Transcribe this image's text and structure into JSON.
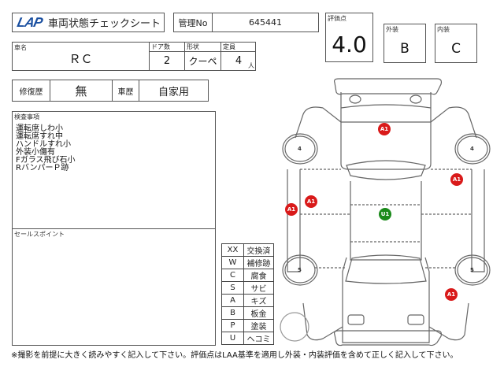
{
  "header": {
    "logo": "LAP",
    "title": "車両状態チェックシート",
    "mgmt_label": "管理No",
    "mgmt_no": "645441"
  },
  "scores": {
    "overall_label": "評価点",
    "overall": "4.0",
    "exterior_label": "外装",
    "exterior": "B",
    "interior_label": "内装",
    "interior": "C"
  },
  "vehicle": {
    "name_label": "車名",
    "name": "ＲＣ",
    "doors_label": "ドア数",
    "doors": "2",
    "body_label": "形状",
    "body": "クーペ",
    "seats_label": "定員",
    "seats": "4",
    "seats_unit": "人"
  },
  "history": {
    "repair_label": "修復歴",
    "repair": "無",
    "usage_label": "車歴",
    "usage": "自家用"
  },
  "inspection": {
    "label": "検査事項",
    "items": [
      "運転席しわ小",
      "運転席すれ中",
      "ハンドルすれ小",
      "外装小傷有",
      "Fガラス飛び石小",
      "RバンパーＰ跡"
    ]
  },
  "sales_points": {
    "label": "セールスポイント",
    "text": ""
  },
  "legend": [
    {
      "code": "XX",
      "meaning": "交換済"
    },
    {
      "code": "W",
      "meaning": "補修跡"
    },
    {
      "code": "C",
      "meaning": "腐食"
    },
    {
      "code": "S",
      "meaning": "サビ"
    },
    {
      "code": "A",
      "meaning": "キズ"
    },
    {
      "code": "B",
      "meaning": "板金"
    },
    {
      "code": "P",
      "meaning": "塗装"
    },
    {
      "code": "U",
      "meaning": "ヘコミ"
    }
  ],
  "diagram": {
    "tires": {
      "front_left": "4",
      "front_right": "4",
      "rear_left": "5",
      "rear_right": "5"
    },
    "markers": [
      {
        "id": "hood",
        "label": "A1",
        "color": "#d91a1a"
      },
      {
        "id": "right-front-fender",
        "label": "A1",
        "color": "#d91a1a"
      },
      {
        "id": "left-door-a",
        "label": "A1",
        "color": "#d91a1a"
      },
      {
        "id": "left-sill",
        "label": "A1",
        "color": "#d91a1a"
      },
      {
        "id": "roof",
        "label": "U1",
        "color": "#1a8a1a"
      },
      {
        "id": "right-rear-quarter",
        "label": "A1",
        "color": "#d91a1a"
      }
    ]
  },
  "footer": "※撮影を前提に大きく読みやすく記入して下さい。評価点はLAA基準を適用し外装・内装評価を含めて正しく記入して下さい。"
}
